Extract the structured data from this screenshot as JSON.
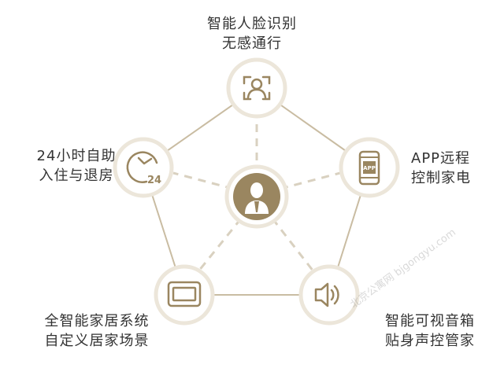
{
  "colors": {
    "accent": "#9a8660",
    "line": "#c9bca2",
    "dash": "#d9d1c0",
    "ring": "#ece6da",
    "text": "#333333"
  },
  "center": {
    "icon": "person-icon"
  },
  "nodes": {
    "top": {
      "icon": "face-recognition-icon",
      "line1": "智能人脸识别",
      "line2": "无感通行"
    },
    "left": {
      "icon": "clock-24-icon",
      "line1": "24小时自助",
      "line2": "入住与退房"
    },
    "right": {
      "icon": "phone-app-icon",
      "icon_text": "APP",
      "line1": "APP远程",
      "line2": "控制家电"
    },
    "bottom_left": {
      "icon": "tablet-icon",
      "line1": "全智能家居系统",
      "line2": "自定义居家场景"
    },
    "bottom_right": {
      "icon": "speaker-icon",
      "line1": "智能可视音箱",
      "line2": "贴身声控管家"
    }
  },
  "watermark": "北京公寓网 bjgongyu.com"
}
